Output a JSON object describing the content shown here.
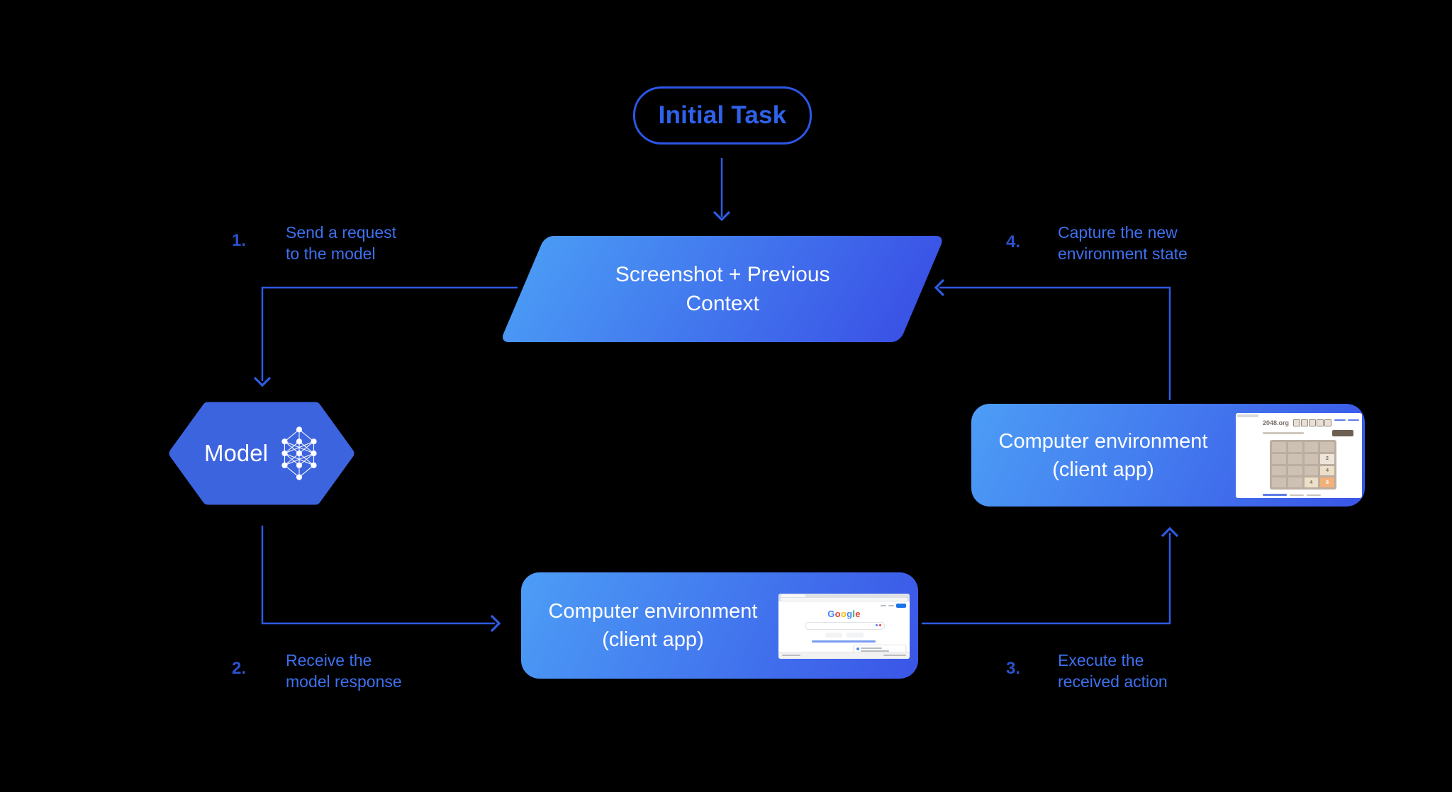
{
  "colors": {
    "background": "#000000",
    "accent_line": "#2F5BE3",
    "pill_border": "#2C57E9",
    "pill_text": "#2F62EC",
    "step_number": "#2B51CE",
    "step_text": "#3E70EE",
    "node_gradient_start": "#4C9DF6",
    "node_gradient_end": "#3A55E7",
    "hexagon_fill": "#3C64DF"
  },
  "initial_task": {
    "label": "Initial Task"
  },
  "screenshot_box": {
    "line1": "Screenshot + Previous",
    "line2": "Context"
  },
  "model_box": {
    "label": "Model"
  },
  "env_box_bottom": {
    "line1": "Computer environment",
    "line2": "(client app)"
  },
  "env_box_right": {
    "line1": "Computer environment",
    "line2": "(client app)"
  },
  "steps": {
    "s1": {
      "num": "1.",
      "line1": "Send a request",
      "line2": "to the model"
    },
    "s2": {
      "num": "2.",
      "line1": "Receive the",
      "line2": "model response"
    },
    "s3": {
      "num": "3.",
      "line1": "Execute the",
      "line2": "received action"
    },
    "s4": {
      "num": "4.",
      "line1": "Capture the new",
      "line2": "environment state"
    }
  },
  "mini_google": {
    "letters": [
      "G",
      "o",
      "o",
      "g",
      "l",
      "e"
    ],
    "letter_styles": [
      "color:#4285F4",
      "color:#EA4335",
      "color:#FBBC05",
      "color:#4285F4",
      "color:#34A853",
      "color:#EA4335"
    ],
    "brand_blue": "#1a73e8"
  },
  "mini_2048": {
    "site": "2048.org",
    "tiles": [
      "2",
      "4",
      "4",
      "8"
    ],
    "tile_colors": {
      "t2": "#eee4da",
      "t4": "#ede0c8",
      "t8": "#f2b179"
    }
  }
}
